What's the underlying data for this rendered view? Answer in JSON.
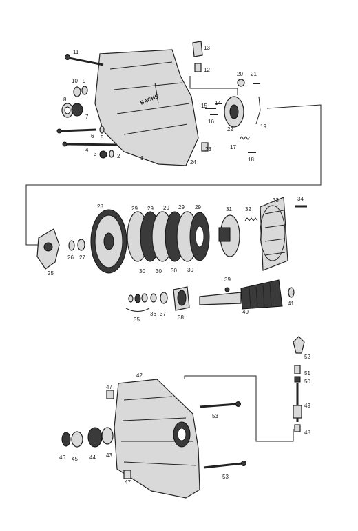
{
  "cover_brand": "SACHS",
  "labels": {
    "l1": "1",
    "l2": "2",
    "l3": "3",
    "l4": "4",
    "l5": "5",
    "l6": "6",
    "l7": "7",
    "l8": "8",
    "l9": "9",
    "l10": "10",
    "l11": "11",
    "l12": "12",
    "l13": "13",
    "l14": "14",
    "l15": "15",
    "l16": "16",
    "l17": "17",
    "l18": "18",
    "l19": "19",
    "l20": "20",
    "l21": "21",
    "l22": "22",
    "l23": "23",
    "l24": "24",
    "l25": "25",
    "l26": "26",
    "l27": "27",
    "l28": "28",
    "l29a": "29",
    "l29b": "29",
    "l29c": "29",
    "l29d": "29",
    "l29e": "29",
    "l30a": "30",
    "l30b": "30",
    "l30c": "30",
    "l30d": "30",
    "l31": "31",
    "l32": "32",
    "l33": "33",
    "l34": "34",
    "l35": "35",
    "l36": "36",
    "l37": "37",
    "l38": "38",
    "l39": "39",
    "l40": "40",
    "l41": "41",
    "l42": "42",
    "l43": "43",
    "l44": "44",
    "l45": "45",
    "l46": "46",
    "l47a": "47",
    "l47b": "47",
    "l48": "48",
    "l49": "49",
    "l50": "50",
    "l51": "51",
    "l52": "52",
    "l53a": "53",
    "l53b": "53"
  }
}
